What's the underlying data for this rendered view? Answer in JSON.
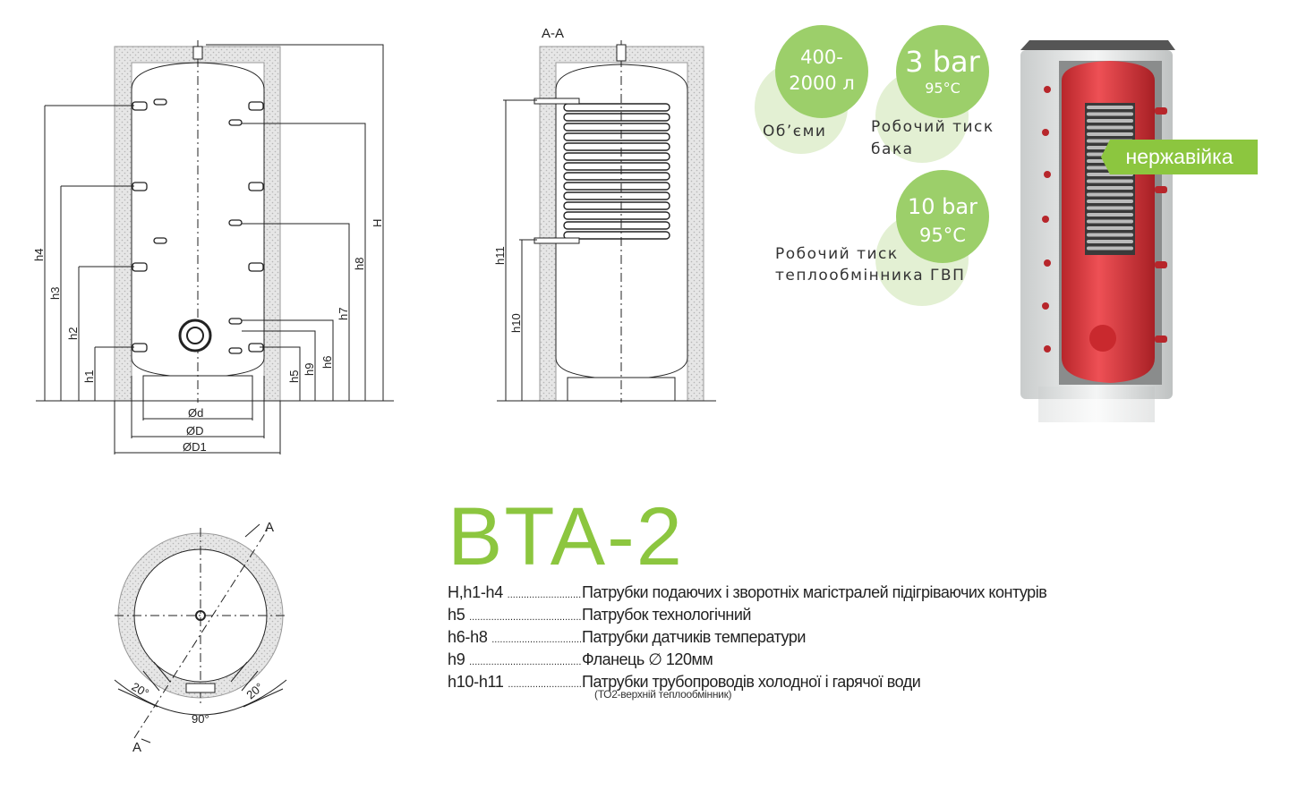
{
  "section_label": "A-A",
  "left_view": {
    "dims_left": [
      "h4",
      "h3",
      "h2",
      "h1"
    ],
    "dims_right": [
      "h5",
      "h9",
      "h6",
      "h7",
      "h8",
      "H"
    ],
    "dims_bottom": [
      "Ød",
      "ØD",
      "ØD1"
    ]
  },
  "section_view": {
    "dims": [
      "h11",
      "h10"
    ]
  },
  "top_view": {
    "marks": [
      "A",
      "A"
    ],
    "angles": [
      "20°",
      "20°",
      "90°"
    ]
  },
  "specs": [
    {
      "value": "400-",
      "value2": "2000 л",
      "caption": "Об’єми"
    },
    {
      "value": "3 bar",
      "value2": "95°C",
      "caption": "Робочий тиск",
      "caption2": "бака"
    },
    {
      "value": "10 bar",
      "value2": "95°C",
      "caption": "Робочий тиск",
      "caption2": "теплообмінника ГВП"
    }
  ],
  "badge": "нержавійка",
  "model": "BTA-2",
  "legend": [
    {
      "key": "H,h1-h4",
      "desc": "Патрубки подаючих і зворотніх магістралей підігріваючих контурів"
    },
    {
      "key": "h5",
      "desc": "Патрубок технологічний"
    },
    {
      "key": "h6-h8",
      "desc": "Патрубки датчиків температури"
    },
    {
      "key": "h9",
      "desc": "Фланець ∅ 120мм"
    },
    {
      "key": "h10-h11",
      "desc": "Патрубки трубопроводів холодної і гарячої води"
    }
  ],
  "legend_note": "(ТО2-верхній теплообмінник)",
  "colors": {
    "accent": "#8cc63f",
    "accent_light": "#e3f0d3",
    "tank_red": "#d9363a"
  }
}
